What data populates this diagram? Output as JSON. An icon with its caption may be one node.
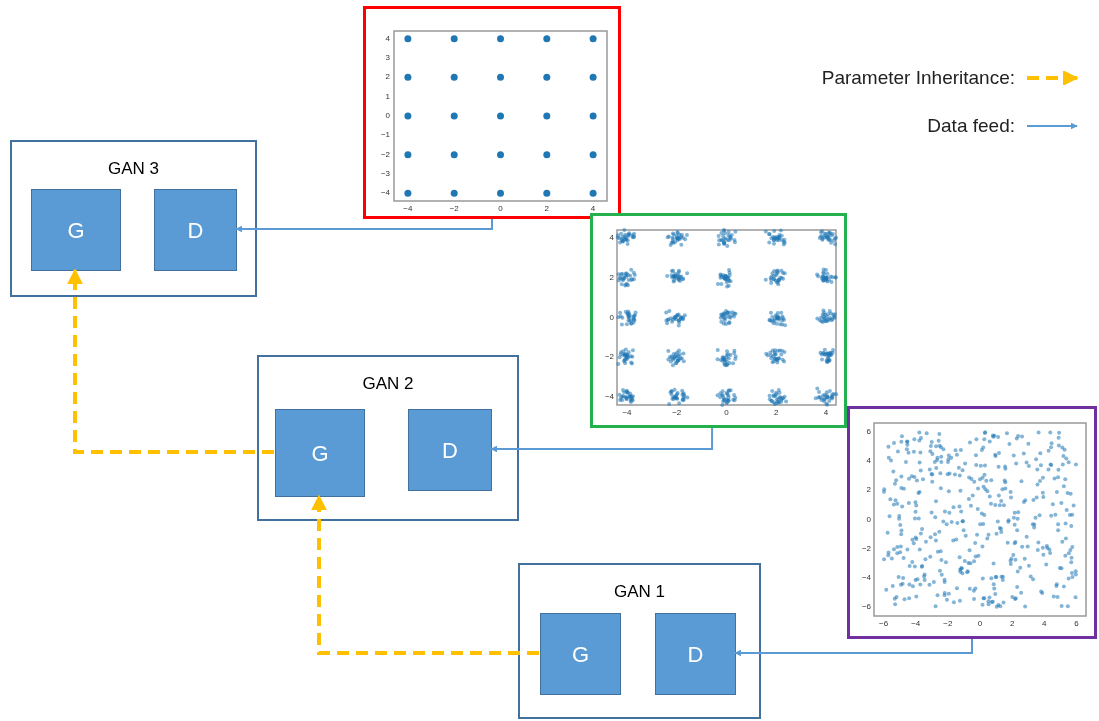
{
  "diagram": {
    "nodes": [
      {
        "text": [
          "GAN 3"
        ]
      },
      {
        "text": [
          "G"
        ],
        "in": 0
      },
      {
        "text": [
          "D"
        ],
        "in": 0
      },
      {
        "text": [
          "GAN 2"
        ]
      },
      {
        "text": [
          "G"
        ],
        "in": 3
      },
      {
        "text": [
          "D"
        ],
        "in": 3
      },
      {
        "text": [
          "GAN 1"
        ]
      },
      {
        "text": [
          "G"
        ],
        "in": 6
      },
      {
        "text": [
          "D"
        ],
        "in": 6
      },
      {
        "text": [],
        "shape": "chart"
      },
      {
        "text": [],
        "shape": "chart"
      },
      {
        "text": [],
        "shape": "chart"
      }
    ],
    "edges": [
      {
        "from": 9,
        "to": 2,
        "arrow": "to"
      },
      {
        "from": 10,
        "to": 5,
        "arrow": "to"
      },
      {
        "from": 11,
        "to": 8,
        "arrow": "to"
      },
      {
        "from": 7,
        "to": 4,
        "arrow": "to",
        "style": "dashed",
        "color": "#ffc000"
      },
      {
        "from": 4,
        "to": 1,
        "arrow": "to",
        "style": "dashed",
        "color": "#ffc000"
      }
    ],
    "labels": [
      "4",
      "2",
      "0",
      "−2",
      "−4",
      "−4",
      "−2",
      "0",
      "2",
      "4",
      "6",
      "4",
      "2",
      "0",
      "−2",
      "−4",
      "−6",
      "−6",
      "−4",
      "−2",
      "0",
      "2",
      "4",
      "6"
    ],
    "legend": [
      {
        "text": "Parameter Inheritance:"
      },
      {
        "text": "Data feed:"
      }
    ],
    "chart_data": {
      "type": "scatter",
      "x": [
        -4,
        -2,
        0,
        2,
        4,
        -4,
        -2,
        0,
        2,
        4,
        -4,
        -2,
        0,
        2,
        4,
        -4,
        -2,
        0,
        2,
        4,
        -4,
        -2,
        0,
        2,
        4
      ],
      "series": [
        {
          "color": "#1f77b4",
          "values": [
            4,
            4,
            4,
            4,
            4,
            2,
            2,
            2,
            2,
            2,
            0,
            0,
            0,
            0,
            0,
            -2,
            -2,
            -2,
            -2,
            -2,
            -4,
            -4,
            -4,
            -4,
            -4
          ]
        }
      ],
      "xlim": [
        -4.6,
        4.6
      ],
      "ylim": [
        -4.4,
        4.4
      ],
      "xticks": [
        {
          "value": -4,
          "label": "−4"
        },
        {
          "value": -2,
          "label": "−2"
        },
        0,
        2,
        4
      ],
      "yticks": [
        {
          "value": -4,
          "label": "−4"
        },
        {
          "value": -3,
          "label": "−3"
        },
        {
          "value": -2,
          "label": "−2"
        },
        {
          "value": -1,
          "label": "−1"
        },
        0,
        1,
        2,
        3,
        4
      ]
    }
  }
}
